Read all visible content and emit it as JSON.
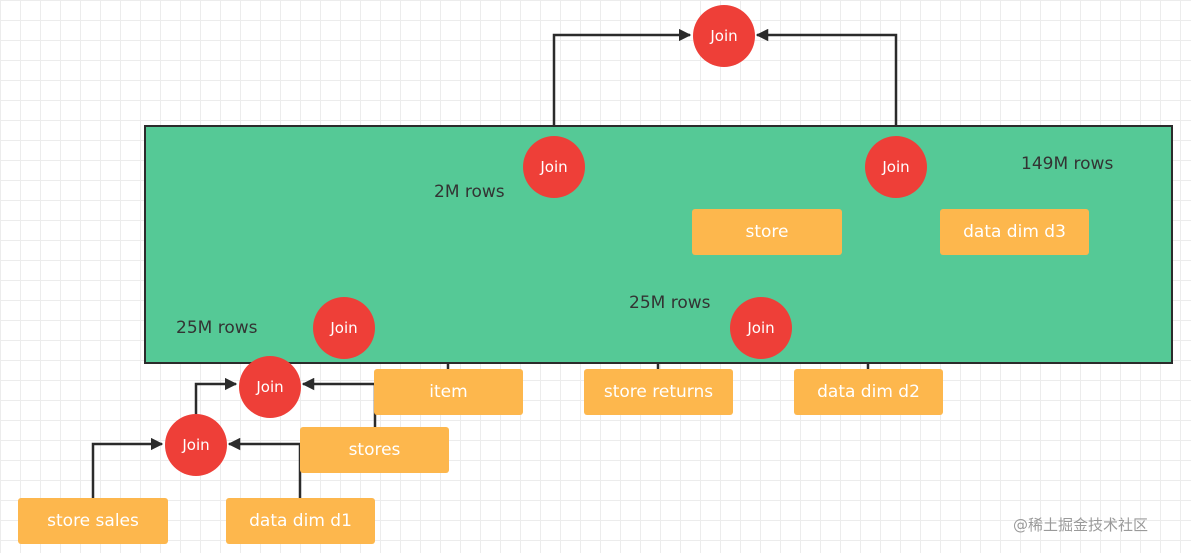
{
  "joins": {
    "top": "Join",
    "mid_left": "Join",
    "mid_right": "Join",
    "lower_left": "Join",
    "lower_right": "Join",
    "stores_join": "Join",
    "base_join": "Join"
  },
  "tables": {
    "store": "store",
    "data_dim_d3": "data dim d3",
    "item": "item",
    "store_returns": "store returns",
    "data_dim_d2": "data dim d2",
    "stores": "stores",
    "store_sales": "store sales",
    "data_dim_d1": "data dim d1"
  },
  "row_labels": {
    "two_m": "2M rows",
    "one_forty_nine_m": "149M rows",
    "twenty_five_m_left": "25M rows",
    "twenty_five_m_right": "25M rows"
  },
  "colors": {
    "join_node": "#ee3f38",
    "table_node": "#fdb74d",
    "panel": "#55c996",
    "edge": "#2b2b2b"
  },
  "watermark": "@稀土掘金技术社区"
}
